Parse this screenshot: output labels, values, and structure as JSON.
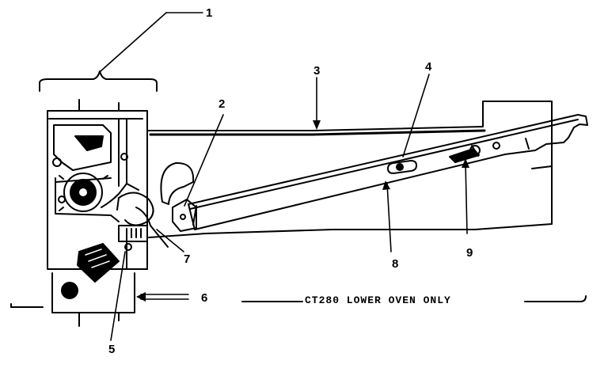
{
  "callouts": {
    "c1": "1",
    "c2": "2",
    "c3": "3",
    "c4": "4",
    "c5": "5",
    "c6": "6",
    "c7": "7",
    "c8": "8",
    "c9": "9"
  },
  "caption": "CT280 LOWER OVEN ONLY",
  "colors": {
    "ink": "#000000",
    "paper": "#ffffff"
  }
}
